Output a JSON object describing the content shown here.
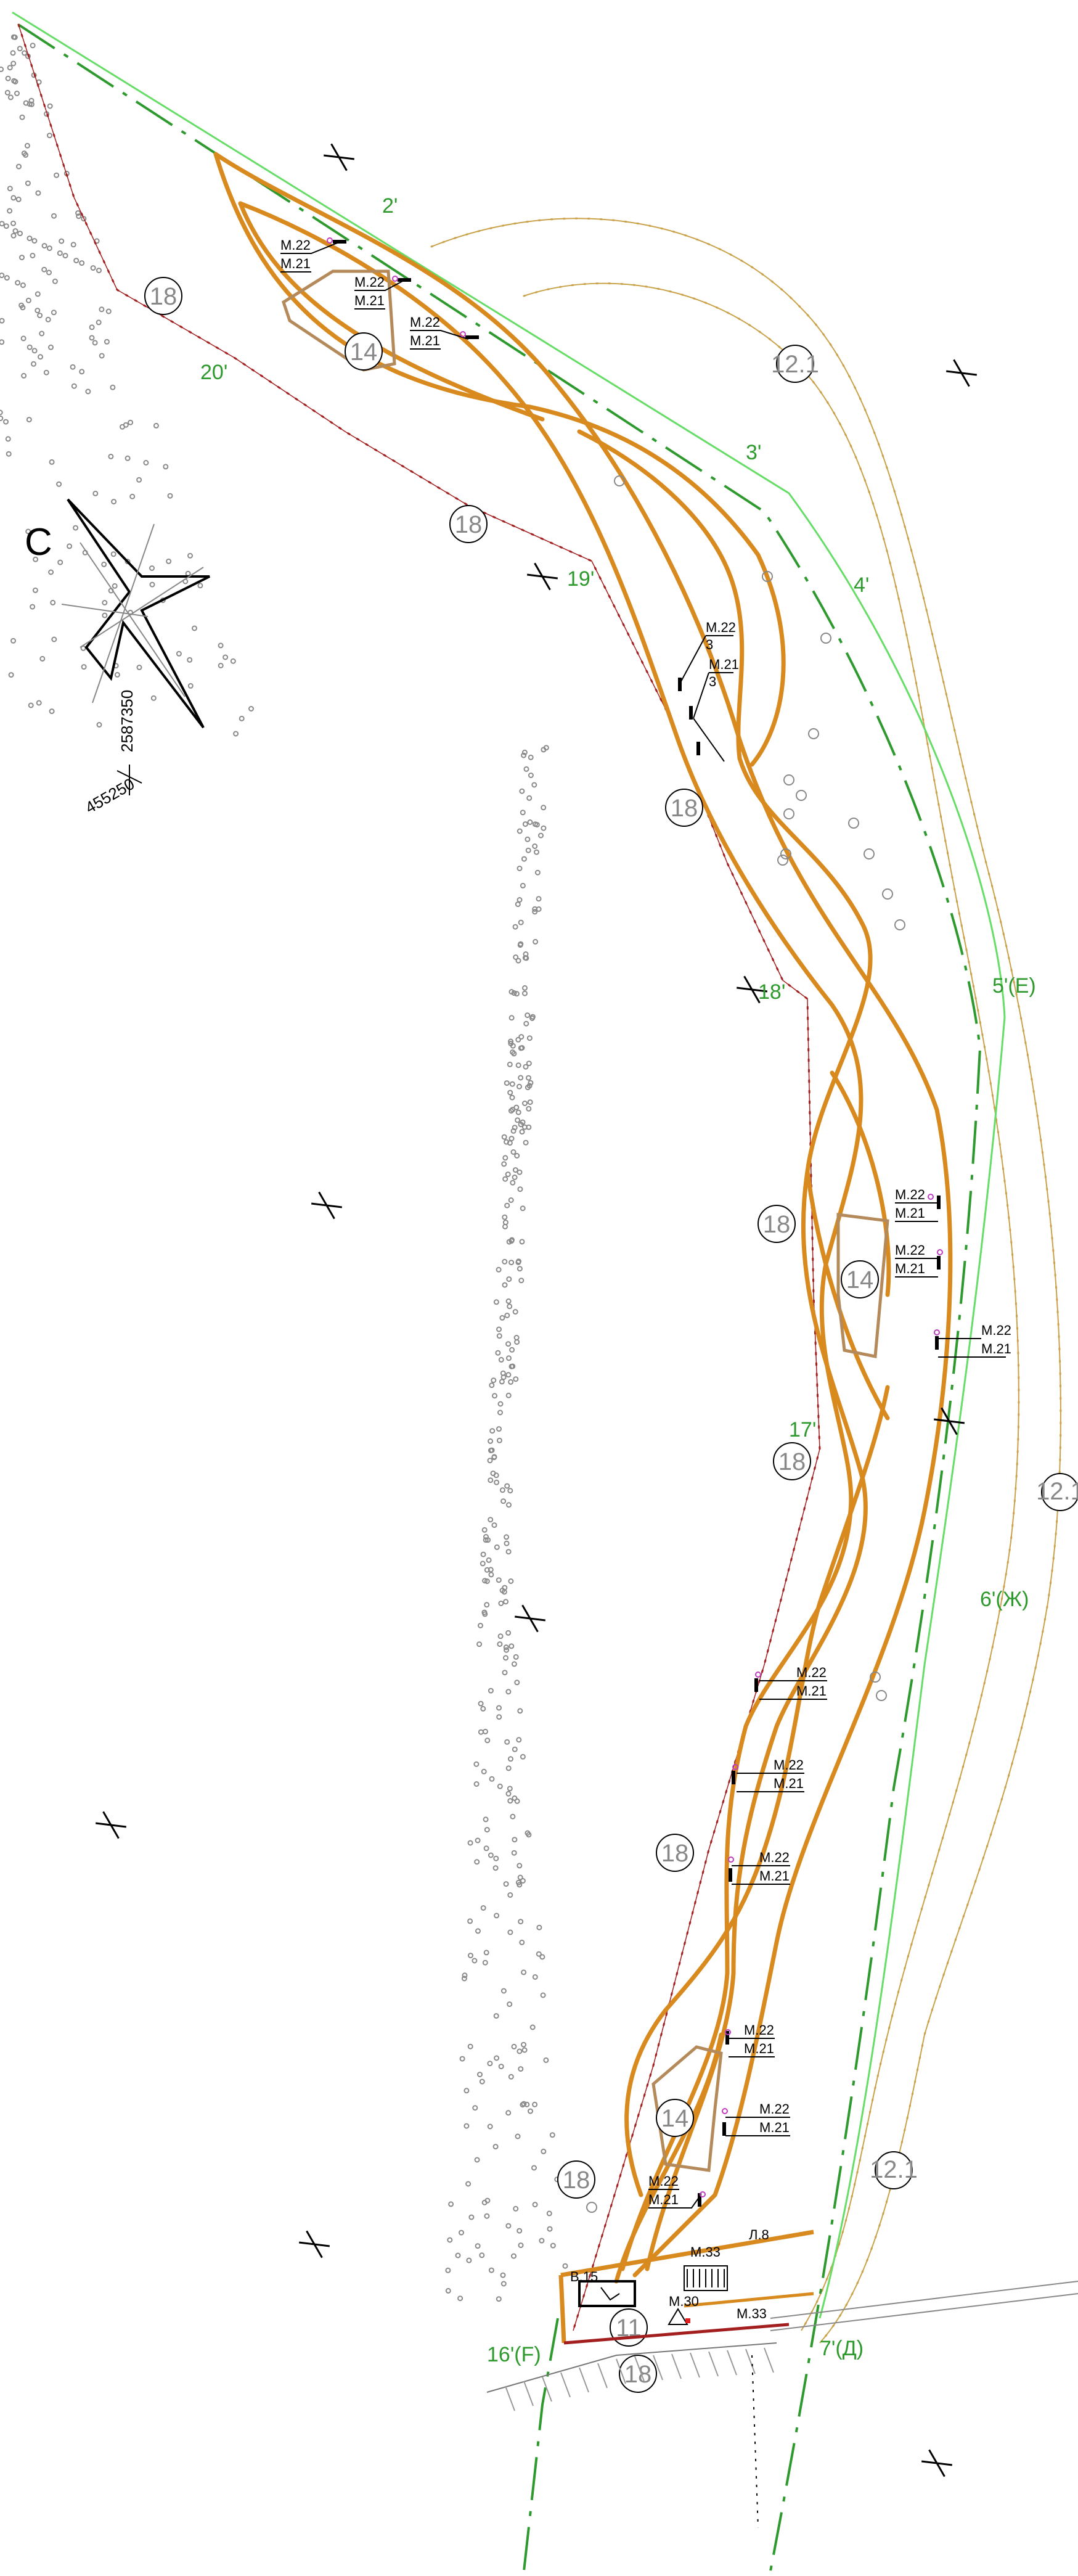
{
  "compass": {
    "north_letter": "С"
  },
  "coords": {
    "northing": "2587350",
    "easting": "455250"
  },
  "colors": {
    "path": "#d88a1e",
    "boundary": "#2e9a2e",
    "boundary_light": "#66dd66",
    "contour": "#c9a24a",
    "fence": "#a31f1f"
  },
  "boundary_points": [
    "2'",
    "3'",
    "4'",
    "5'(Е)",
    "6'(Ж)",
    "7'(Д)",
    "16'(F)",
    "17'",
    "18'",
    "19'",
    "20'"
  ],
  "circle_labels": [
    "18",
    "14",
    "12.1",
    "18",
    "18",
    "18",
    "14",
    "18",
    "12.1",
    "18",
    "14",
    "18",
    "12.1",
    "11",
    "18"
  ],
  "markers": [
    {
      "top": "M.22",
      "bottom": "M.21"
    },
    {
      "top": "M.22",
      "bottom": "M.21"
    },
    {
      "top": "M.22",
      "bottom": "M.21"
    },
    {
      "top": "M.22",
      "bottom": "3"
    },
    {
      "top": "M.21",
      "bottom": "3"
    },
    {
      "top": "M.22",
      "bottom": "M.21"
    },
    {
      "top": "M.22",
      "bottom": "M.21"
    },
    {
      "top": "M.22",
      "bottom": "M.21"
    },
    {
      "top": "M.22",
      "bottom": "M.21"
    },
    {
      "top": "M.22",
      "bottom": "M.21"
    },
    {
      "top": "M.22",
      "bottom": "M.21"
    },
    {
      "top": "M.22",
      "bottom": "M.21"
    },
    {
      "top": "M.22",
      "bottom": "M.21"
    },
    {
      "top": "M.22",
      "bottom": "M.21"
    }
  ],
  "equipment": {
    "b15": "В.15",
    "m30": "М.30",
    "m33a": "М.33",
    "m33b": "М.33",
    "l8": "Л.8"
  }
}
